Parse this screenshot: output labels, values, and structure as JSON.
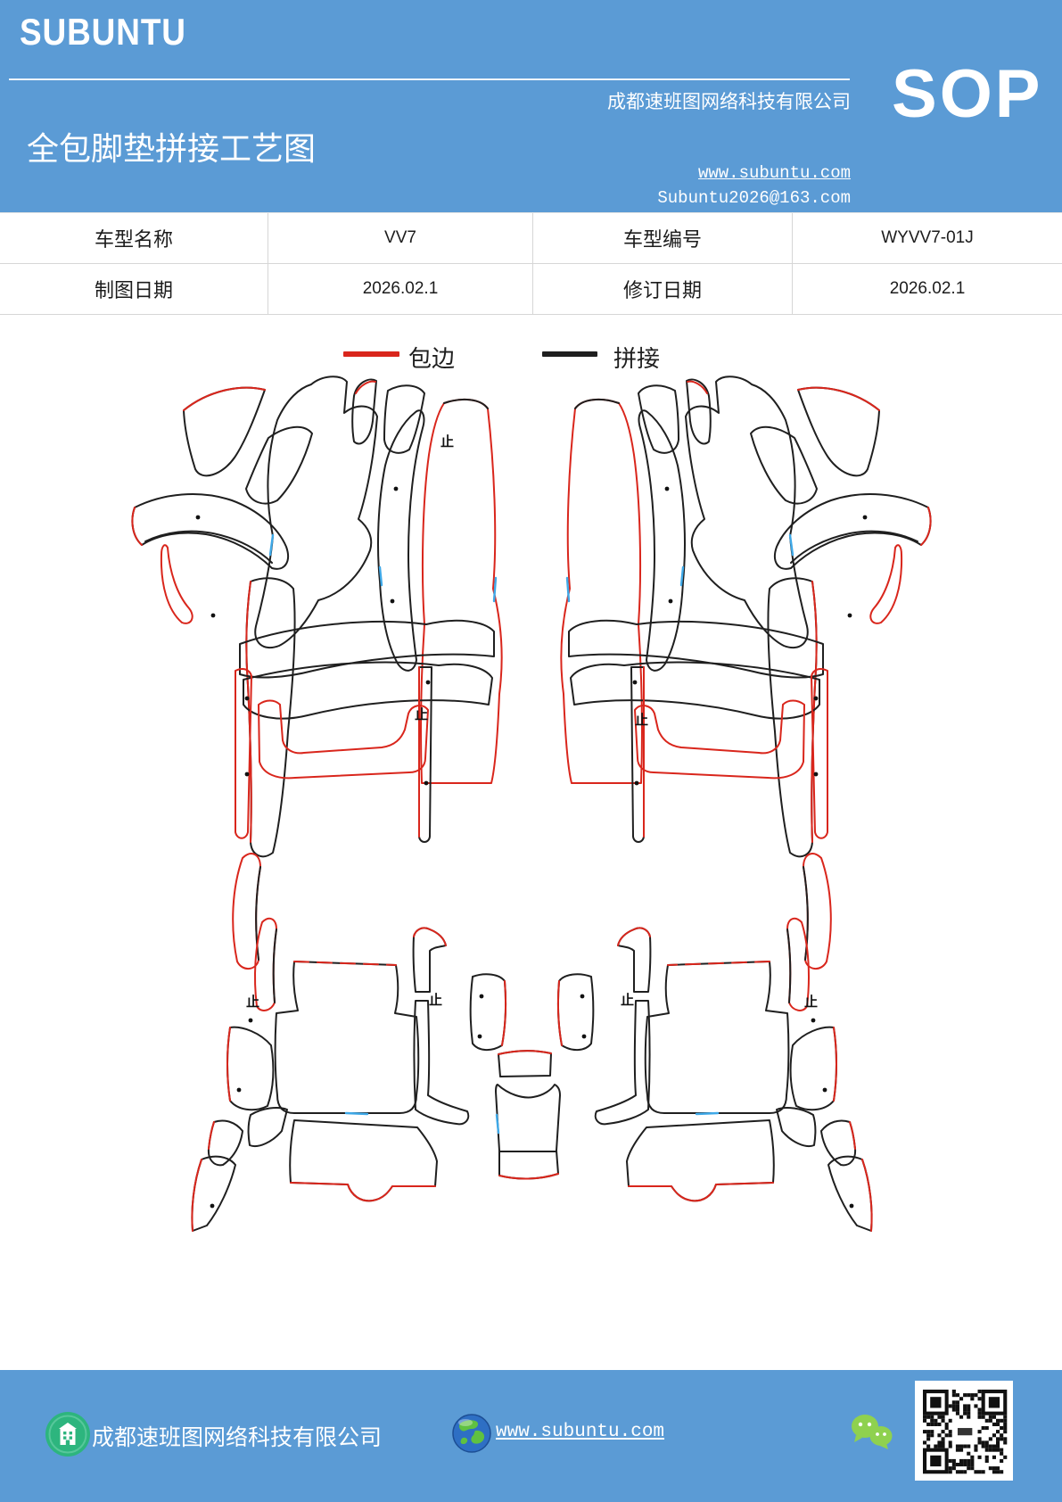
{
  "header": {
    "logo": "SUBUNTU",
    "title": "全包脚垫拼接工艺图",
    "company": "成都速班图网络科技有限公司",
    "website": "www.subuntu.com",
    "email": "Subuntu2026@163.com",
    "doc_type": "SOP"
  },
  "info_table": {
    "rows": [
      {
        "c0": "车型名称",
        "c1": "VV7",
        "c2": "车型编号",
        "c3": "WYVV7-01J"
      },
      {
        "c0": "制图日期",
        "c1": "2026.02.1",
        "c2": "修订日期",
        "c3": "2026.02.1"
      }
    ]
  },
  "legend": {
    "binding_label": "包边",
    "binding_color": "#d9261c",
    "splice_label": "拼接",
    "splice_color": "#1f1f1f"
  },
  "diagram": {
    "stop_mark": "止"
  },
  "footer": {
    "company": "成都速班图网络科技有限公司",
    "website": "www.subuntu.com"
  },
  "colors": {
    "brand_blue": "#5b9bd5",
    "outline_black": "#1f1f1f",
    "outline_red": "#d9261c",
    "tick_blue": "#3fa9e8",
    "icon_green": "#2db57e",
    "wechat_green": "#8fd14f"
  }
}
